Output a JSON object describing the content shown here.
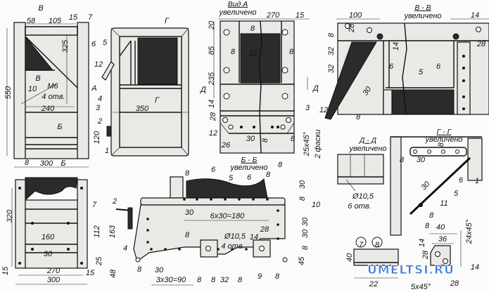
{
  "title": "Technical drawing of a box assembly with sections",
  "watermark": "UMELTSI.RU",
  "views": {
    "front": {
      "labels": [
        "В",
        "58",
        "105",
        "15",
        "7",
        "6",
        "325",
        "В",
        "10",
        "М6",
        "4 отв.",
        "240",
        "Б",
        "550",
        "8",
        "300",
        "Б"
      ]
    },
    "side": {
      "labels": [
        "Г",
        "5",
        "12",
        "А",
        "4",
        "3",
        "350",
        "Г",
        "2",
        "120",
        "1"
      ]
    },
    "view_a": {
      "labels": [
        "Вид А",
        "увеличено",
        "270",
        "15",
        "20",
        "85",
        "235",
        "8",
        "32",
        "8",
        "8",
        "Д",
        "Д",
        "3",
        "14",
        "28",
        "12",
        "26",
        "30",
        "8",
        "8",
        "25x45°",
        "2 фаски"
      ]
    },
    "section_vv": {
      "labels": [
        "В - В",
        "увеличено",
        "100",
        "14",
        "28",
        "8",
        "32",
        "32",
        "14",
        "28",
        "6",
        "6",
        "5",
        "30",
        "12",
        "8"
      ]
    },
    "section_gg": {
      "labels": [
        "Г - Г",
        "увеличено",
        "8",
        "8",
        "30",
        "6",
        "1",
        "5",
        "30",
        "11",
        "8",
        "8"
      ]
    },
    "section_dd": {
      "labels": [
        "Д - Д",
        "увеличено",
        "Ø10,5",
        "6 отв."
      ]
    },
    "bottom_view": {
      "labels": [
        "320",
        "7",
        "160",
        "30",
        "112",
        "163",
        "25",
        "15",
        "270",
        "300",
        "15",
        "48"
      ]
    },
    "section_bb": {
      "labels": [
        "Б - Б",
        "увеличено",
        "8",
        "8",
        "6",
        "5",
        "6",
        "8",
        "30",
        "8",
        "2",
        "30",
        "6x30=180",
        "10",
        "30",
        "30",
        "8",
        "Ø10,5",
        "4 отв.",
        "14",
        "28",
        "8",
        "45",
        "4",
        "8",
        "30",
        "3x30=90",
        "8",
        "8",
        "32",
        "8",
        "9",
        "8"
      ]
    },
    "parts_7_8": {
      "labels": [
        "7",
        "8",
        "40",
        "22"
      ]
    },
    "bracket_detail": {
      "labels": [
        "40",
        "36",
        "14",
        "28",
        "24x45°",
        "14",
        "28",
        "5x45°"
      ]
    }
  }
}
